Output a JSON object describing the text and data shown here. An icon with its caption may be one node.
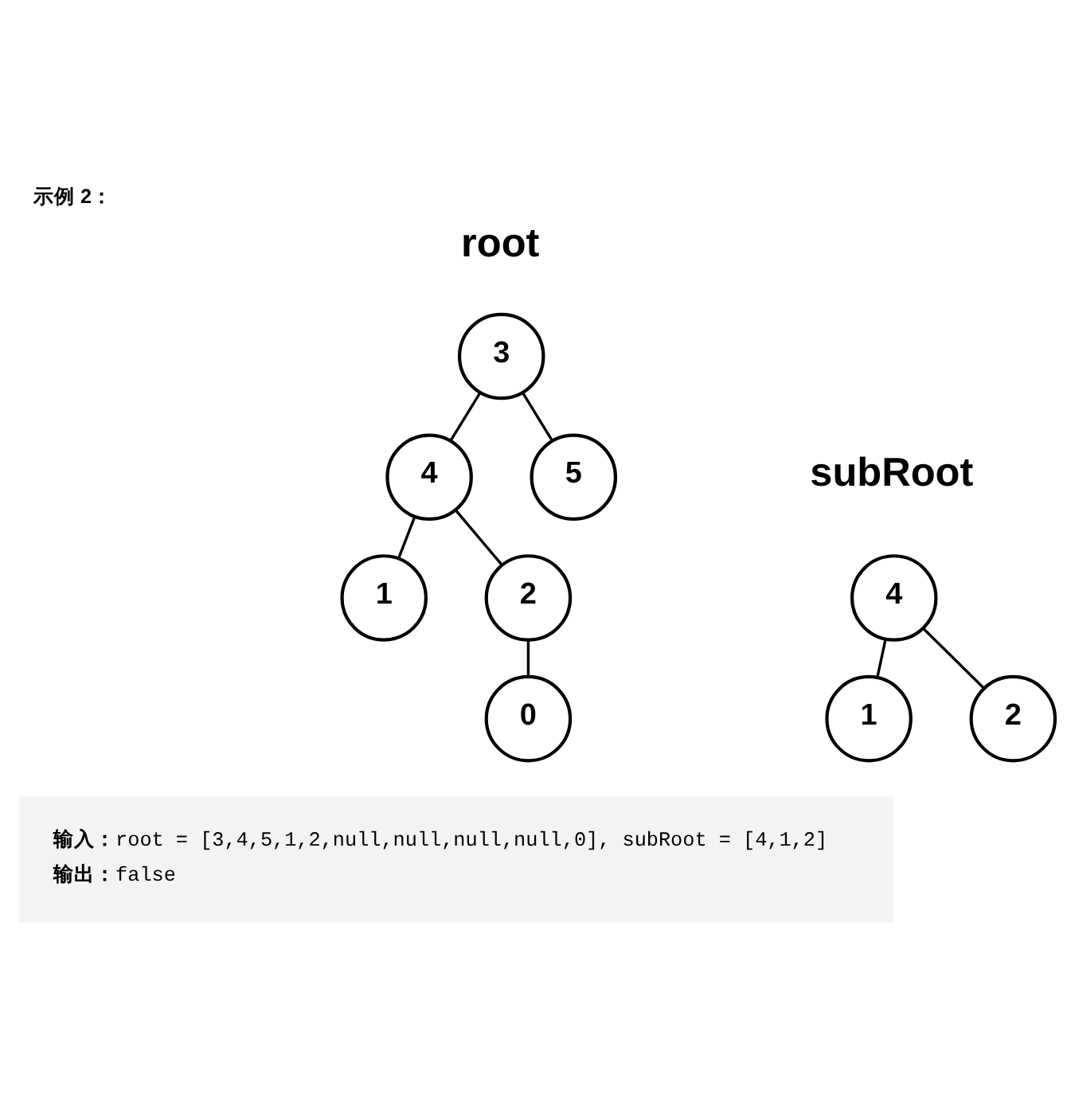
{
  "diagram": {
    "title": "示例 2：",
    "nodes": [
      {
        "text": [
          "3"
        ],
        "beside": [
          "root"
        ]
      },
      {
        "text": [
          "4"
        ]
      },
      {
        "text": [
          "5"
        ]
      },
      {
        "text": [
          "1"
        ]
      },
      {
        "text": [
          "2"
        ]
      },
      {
        "text": [
          "0"
        ]
      },
      {
        "text": [
          "4"
        ],
        "beside": [
          "subRoot"
        ]
      },
      {
        "text": [
          "1"
        ]
      },
      {
        "text": [
          "2"
        ]
      },
      {
        "text": [
          "**输入：**root = [3,4,5,1,2,null,null,null,null,0], subRoot = [4,1,2]",
          "**输出：**false"
        ]
      }
    ],
    "edges": [
      {
        "from": 0,
        "to": 1,
        "arrow": "none"
      },
      {
        "from": 0,
        "to": 2,
        "arrow": "none"
      },
      {
        "from": 1,
        "to": 3,
        "arrow": "none"
      },
      {
        "from": 1,
        "to": 4,
        "arrow": "none"
      },
      {
        "from": 4,
        "to": 5,
        "arrow": "none"
      },
      {
        "from": 6,
        "to": 7,
        "arrow": "none"
      },
      {
        "from": 6,
        "to": 8,
        "arrow": "none"
      }
    ]
  }
}
